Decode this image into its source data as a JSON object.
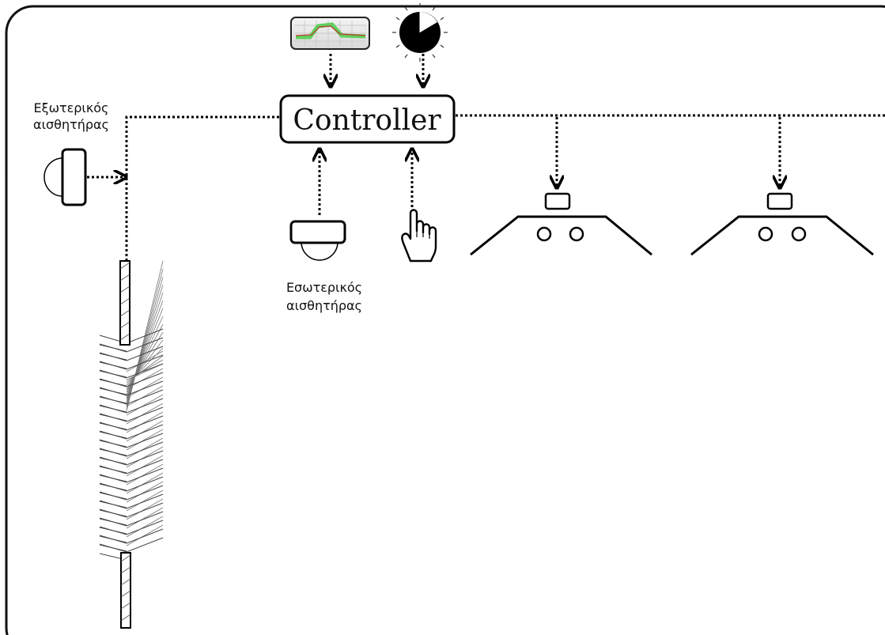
{
  "controller": {
    "label": "Controller"
  },
  "external_sensor": {
    "line1": "Εξωτερικός",
    "line2": "αισθητήρας"
  },
  "internal_sensor": {
    "line1": "Εσωτερικός",
    "line2": "αισθητήρας"
  },
  "icons": {
    "chart": "daylight-chart-icon",
    "clock": "clock-icon",
    "external_sensor": "external-sensor-icon",
    "internal_sensor": "internal-sensor-icon",
    "hand": "hand-pointer-icon",
    "luminaire": "luminaire-icon",
    "blinds": "venetian-blinds-icon"
  },
  "luminaire_count": 2
}
